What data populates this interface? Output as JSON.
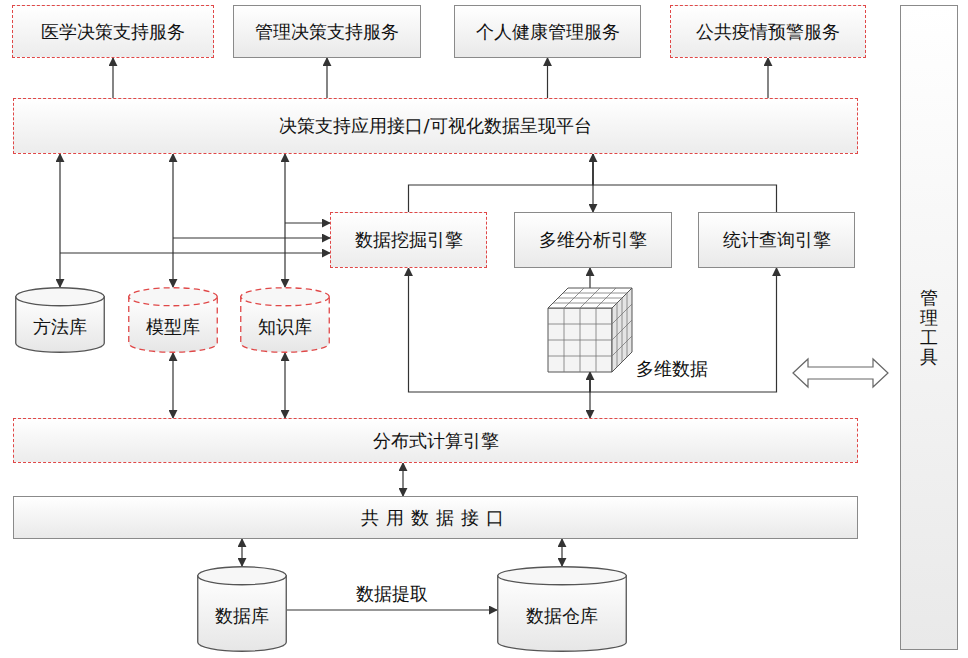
{
  "diagram": {
    "nodes": [
      {
        "text": [
          "医学决策支持服务"
        ]
      },
      {
        "text": [
          "管理决策支持服务"
        ]
      },
      {
        "text": [
          "个人健康管理服务"
        ]
      },
      {
        "text": [
          "公共疫情预警服务"
        ]
      },
      {
        "text": [
          "管理工具"
        ]
      },
      {
        "text": [
          "决策支持应用接口/可视化数据呈现平台"
        ]
      },
      {
        "text": [
          "数据挖掘引擎"
        ]
      },
      {
        "text": [
          "多维分析引擎"
        ]
      },
      {
        "text": [
          "统计查询引擎"
        ]
      },
      {
        "text": [
          "方法库"
        ]
      },
      {
        "text": [
          "模型库"
        ]
      },
      {
        "text": [
          "知识库"
        ]
      },
      {
        "text": [
          "多维数据"
        ]
      },
      {
        "text": [
          "分布式计算引擎"
        ]
      },
      {
        "text": [
          "共用数据接口"
        ]
      },
      {
        "text": [
          "数据库"
        ]
      },
      {
        "text": [
          "数据仓库"
        ]
      }
    ],
    "edges": [
      {
        "from": 5,
        "to": 0,
        "arrow": "to"
      },
      {
        "from": 5,
        "to": 1,
        "arrow": "to"
      },
      {
        "from": 5,
        "to": 2,
        "arrow": "to"
      },
      {
        "from": 5,
        "to": 3,
        "arrow": "to"
      },
      {
        "from": 9,
        "to": 5,
        "arrow": "both"
      },
      {
        "from": 10,
        "to": 5,
        "arrow": "both"
      },
      {
        "from": 11,
        "to": 5,
        "arrow": "both"
      },
      {
        "from": 9,
        "to": 6,
        "arrow": "to"
      },
      {
        "from": 10,
        "to": 6,
        "arrow": "to"
      },
      {
        "from": 11,
        "to": 6,
        "arrow": "to"
      },
      {
        "from": 5,
        "to": 7,
        "arrow": "both"
      },
      {
        "from": 5,
        "to": 6,
        "arrow": "none"
      },
      {
        "from": 5,
        "to": 8,
        "arrow": "none"
      },
      {
        "from": 12,
        "to": 7,
        "arrow": "to"
      },
      {
        "from": 12,
        "to": 6,
        "arrow": "to"
      },
      {
        "from": 12,
        "to": 8,
        "arrow": "to"
      },
      {
        "from": 13,
        "to": 12,
        "arrow": "both"
      },
      {
        "from": 10,
        "to": 13,
        "arrow": "both"
      },
      {
        "from": 11,
        "to": 13,
        "arrow": "both"
      },
      {
        "from": 13,
        "to": 14,
        "arrow": "both"
      },
      {
        "from": 14,
        "to": 15,
        "arrow": "both"
      },
      {
        "from": 14,
        "to": 16,
        "arrow": "both"
      },
      {
        "from": 15,
        "to": 16,
        "label": "数据提取",
        "arrow": "to"
      }
    ]
  }
}
